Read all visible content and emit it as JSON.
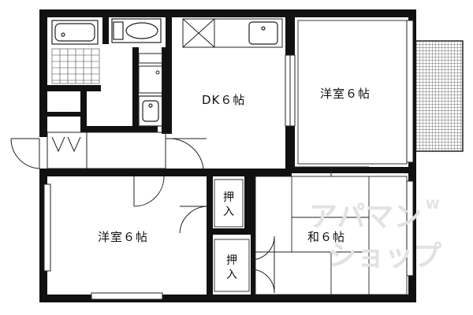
{
  "rooms": {
    "dk": "DK６帖",
    "western_top": "洋室６帖",
    "western_bottom": "洋室６帖",
    "japanese": "和６帖"
  },
  "closets": {
    "upper": "押入",
    "lower": "押入"
  },
  "watermark": {
    "line1": "アパマン",
    "line2": "ショップ",
    "small": "W"
  }
}
